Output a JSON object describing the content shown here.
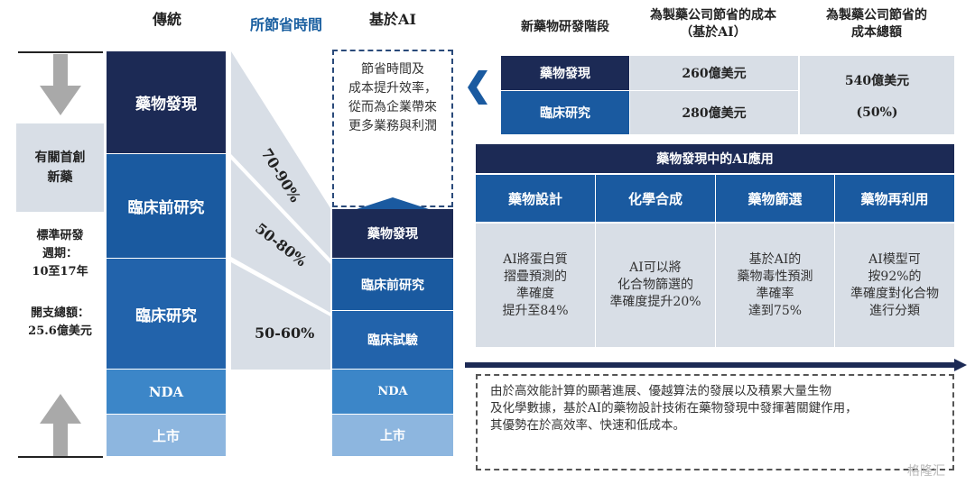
{
  "headers": {
    "traditional": "傳統",
    "time_saved": "所節省時間",
    "ai_based": "基於AI"
  },
  "left": {
    "first_in_class": "有關首創新藥",
    "cycle": "標準研發週期：10至17年",
    "cycle_l1": "標準研發",
    "cycle_l2": "週期：",
    "cycle_l3": "10至17年",
    "cost_l1": "開支總額：",
    "cost_l2": "25.6億美元"
  },
  "traditional": [
    "藥物發現",
    "臨床前研究",
    "臨床研究",
    "NDA",
    "上市"
  ],
  "savings": [
    "70-90%",
    "50-80%",
    "50-60%"
  ],
  "ai_note": "節省時間及成本提升效率，從而為企業帶來更多業務與利潤",
  "ai_note_lines": [
    "節省時間及",
    "成本提升效率，",
    "從而為企業帶來",
    "更多業務與利潤"
  ],
  "ai": [
    "藥物發現",
    "臨床前研究",
    "臨床試驗",
    "NDA",
    "上市"
  ],
  "cost_table": {
    "headers": [
      "新藥物研發階段",
      "為製藥公司節省的成本（基於AI）",
      "為製藥公司節省的成本總額"
    ],
    "h2_l1": "為製藥公司節省的成本",
    "h2_l2": "（基於AI）",
    "h3_l1": "為製藥公司節省的",
    "h3_l2": "成本總額",
    "rows": [
      {
        "stage": "藥物發現",
        "saving": "260億美元"
      },
      {
        "stage": "臨床研究",
        "saving": "280億美元"
      }
    ],
    "total": "540億美元",
    "total_pct": "(50%)"
  },
  "ai_apps": {
    "title": "藥物發現中的AI應用",
    "columns": [
      {
        "name": "藥物設計",
        "desc": [
          "AI將蛋白質",
          "摺疊預測的",
          "準確度",
          "提升至84%"
        ]
      },
      {
        "name": "化學合成",
        "desc": [
          "AI可以將",
          "化合物篩選的",
          "準確度提升20%"
        ]
      },
      {
        "name": "藥物篩選",
        "desc": [
          "基於AI的",
          "藥物毒性預測",
          "準確率",
          "達到75%"
        ]
      },
      {
        "name": "藥物再利用",
        "desc": [
          "AI模型可",
          "按92%的",
          "準確度對化合物",
          "進行分類"
        ]
      }
    ]
  },
  "summary": [
    "由於高效能計算的顯著進展、優越算法的發展以及積累大量生物",
    "及化學數據，基於AI的藥物設計技術在藥物發現中發揮著關鍵作用，",
    "其優勢在於高效率、快速和低成本。"
  ],
  "watermark": "格隆汇",
  "colors": {
    "navy": "#1c2a55",
    "blue": "#1a5aa0",
    "mid": "#2263ab",
    "light": "#3c86c8",
    "pale": "#8db6df",
    "gray": "#d8dee6"
  }
}
